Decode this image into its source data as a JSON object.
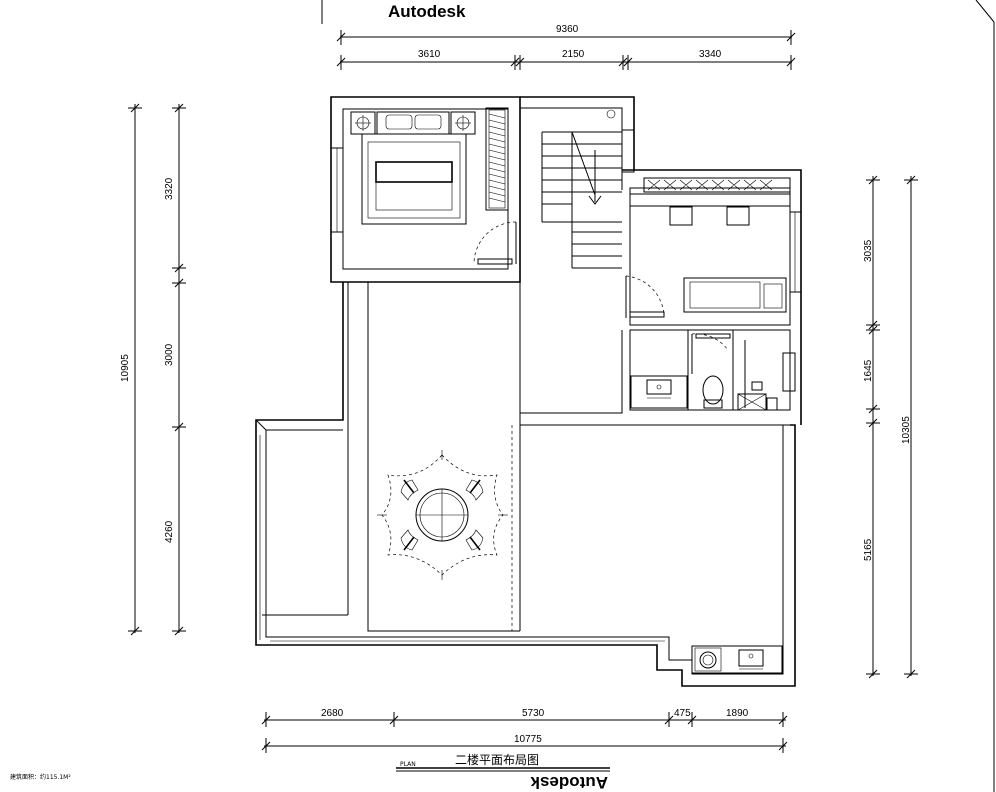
{
  "watermark": {
    "top": "Autodesk",
    "bottom": "Autodesk"
  },
  "dimensions": {
    "top_total": "9360",
    "top_segments": [
      "3610",
      "2150",
      "3340"
    ],
    "left_total": "10905",
    "left_segments": [
      "3320",
      "3000",
      "4260"
    ],
    "right_total": "10305",
    "right_segments": [
      "3035",
      "1645",
      "5165"
    ],
    "bottom_segments": [
      "2680",
      "5730",
      "475",
      "1890"
    ],
    "bottom_total": "10775"
  },
  "title": {
    "plan_tag": "PLAN",
    "name": "二楼平面布局图"
  },
  "area_note": "建筑面积：约115.1M²"
}
